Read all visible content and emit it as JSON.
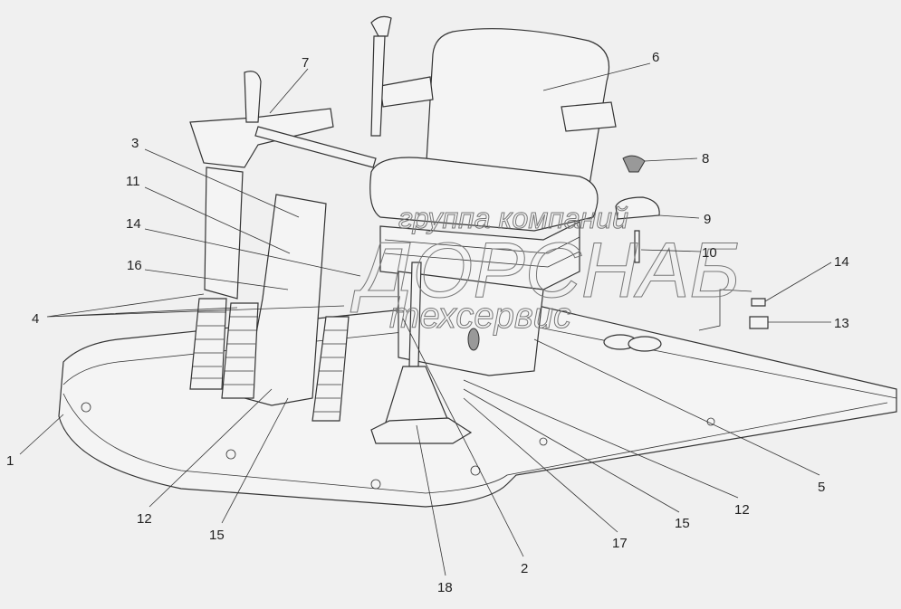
{
  "watermark": {
    "line1": "группа компаний",
    "line2": "ДОРСНАБ",
    "line3": "техсервис"
  },
  "callouts": [
    {
      "id": "7"
    },
    {
      "id": "6"
    },
    {
      "id": "3"
    },
    {
      "id": "11"
    },
    {
      "id": "14"
    },
    {
      "id": "16"
    },
    {
      "id": "4"
    },
    {
      "id": "8"
    },
    {
      "id": "9"
    },
    {
      "id": "10"
    },
    {
      "id": "14"
    },
    {
      "id": "13"
    },
    {
      "id": "1"
    },
    {
      "id": "12"
    },
    {
      "id": "15"
    },
    {
      "id": "2"
    },
    {
      "id": "18"
    },
    {
      "id": "17"
    },
    {
      "id": "15"
    },
    {
      "id": "12"
    },
    {
      "id": "5"
    }
  ]
}
